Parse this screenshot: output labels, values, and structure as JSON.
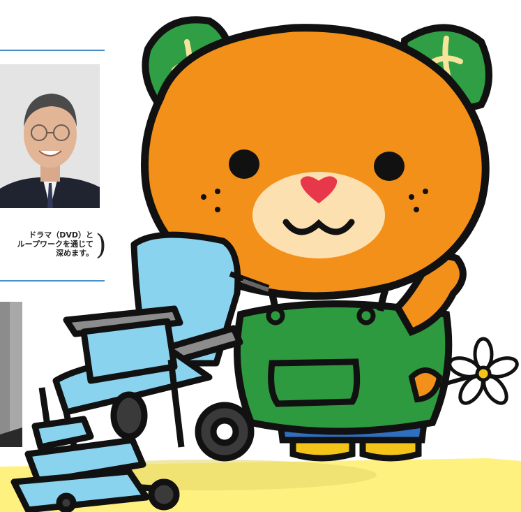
{
  "caption": {
    "lines": [
      "ドラマ（DVD）と",
      "ループワークを通じて",
      "深めます。"
    ],
    "bracket": ")"
  },
  "photos": [
    {
      "subject": "man-in-suit-portrait"
    },
    {
      "subject": "second-portrait-partial"
    }
  ],
  "illustration": {
    "character": "orange-mascot",
    "items": [
      "wheelchair-icon",
      "flower-icon"
    ]
  },
  "colors": {
    "accent_rule": "#4a8fc7",
    "mascot_orange": "#f39019",
    "leaf_green": "#2f9e44",
    "overall_green": "#2e9a3f",
    "wheelchair_blue": "#8ad3ef",
    "ground_yellow": "#fff17f"
  }
}
